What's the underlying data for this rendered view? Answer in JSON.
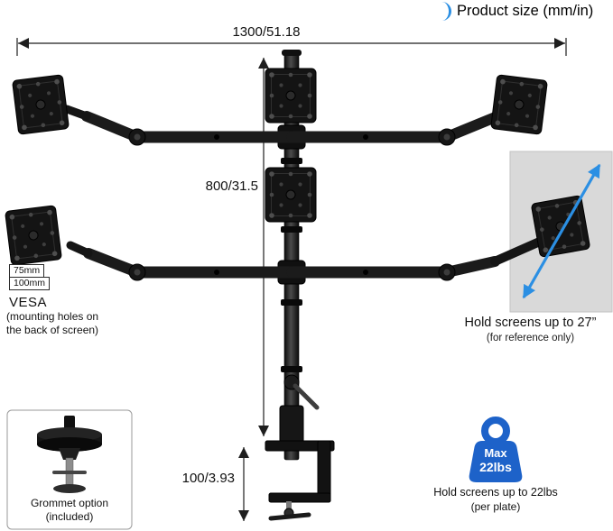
{
  "page": {
    "title": "Product size (mm/in)"
  },
  "dimensions": {
    "width_label": "1300/51.18",
    "height_label": "800/31.5",
    "clamp_label": "100/3.93"
  },
  "vesa_annotation": {
    "hole_75": "75mm",
    "hole_100": "100mm",
    "title": "VESA",
    "note_line1": "(mounting holes on",
    "note_line2": "the back of screen)"
  },
  "screen_reference": {
    "caption": "Hold screens up to 27”",
    "subcaption": "(for reference only)"
  },
  "grommet_box": {
    "caption_line1": "Grommet option",
    "caption_line2": "(included)"
  },
  "weight_badge": {
    "line1": "Max",
    "line2": "22lbs",
    "caption_line1": "Hold screens up to 22lbs",
    "caption_line2": "(per plate)"
  },
  "icons": {
    "title_bracket": "blue-arc-bracket",
    "weight": "weight-kettlebell",
    "diagonal_arrow": "screen-diagonal-arrow"
  },
  "colors": {
    "accent_blue": "#2b8fe3",
    "weight_blue": "#1d62c9",
    "mount_black": "#141414",
    "reference_box_gray": "#d9d9d9"
  }
}
